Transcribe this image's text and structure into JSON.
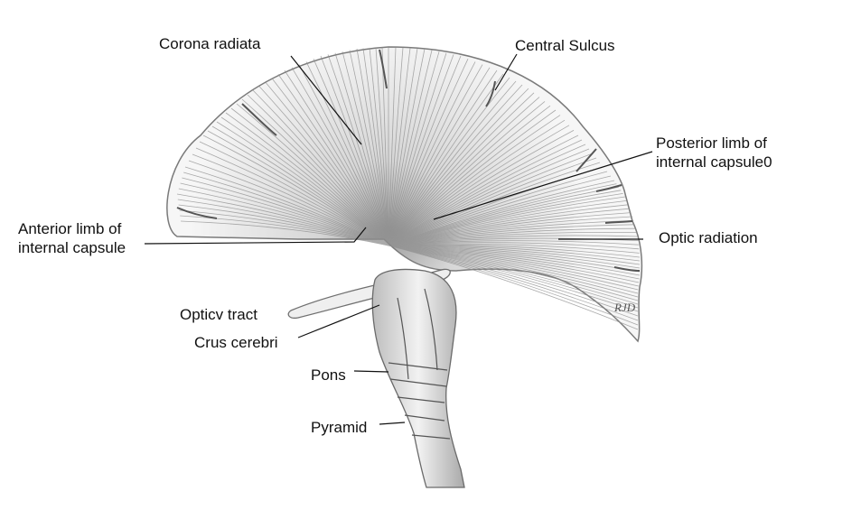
{
  "labels": {
    "corona_radiata": "Corona radiata",
    "central_sulcus": "Central Sulcus",
    "posterior_limb": [
      "Posterior limb of",
      "internal capsule0"
    ],
    "anterior_limb": [
      "Anterior limb of",
      "internal capsule"
    ],
    "optic_radiation": "Optic radiation",
    "optic_tract": "Opticv tract",
    "crus_cerebri": "Crus cerebri",
    "pons": "Pons",
    "pyramid": "Pyramid"
  },
  "signature": "RJD",
  "colors": {
    "fiber_fill": "#f3f3f3",
    "fiber_stroke": "#8a8a8a",
    "leader_line": "#111111",
    "text": "#111111"
  }
}
